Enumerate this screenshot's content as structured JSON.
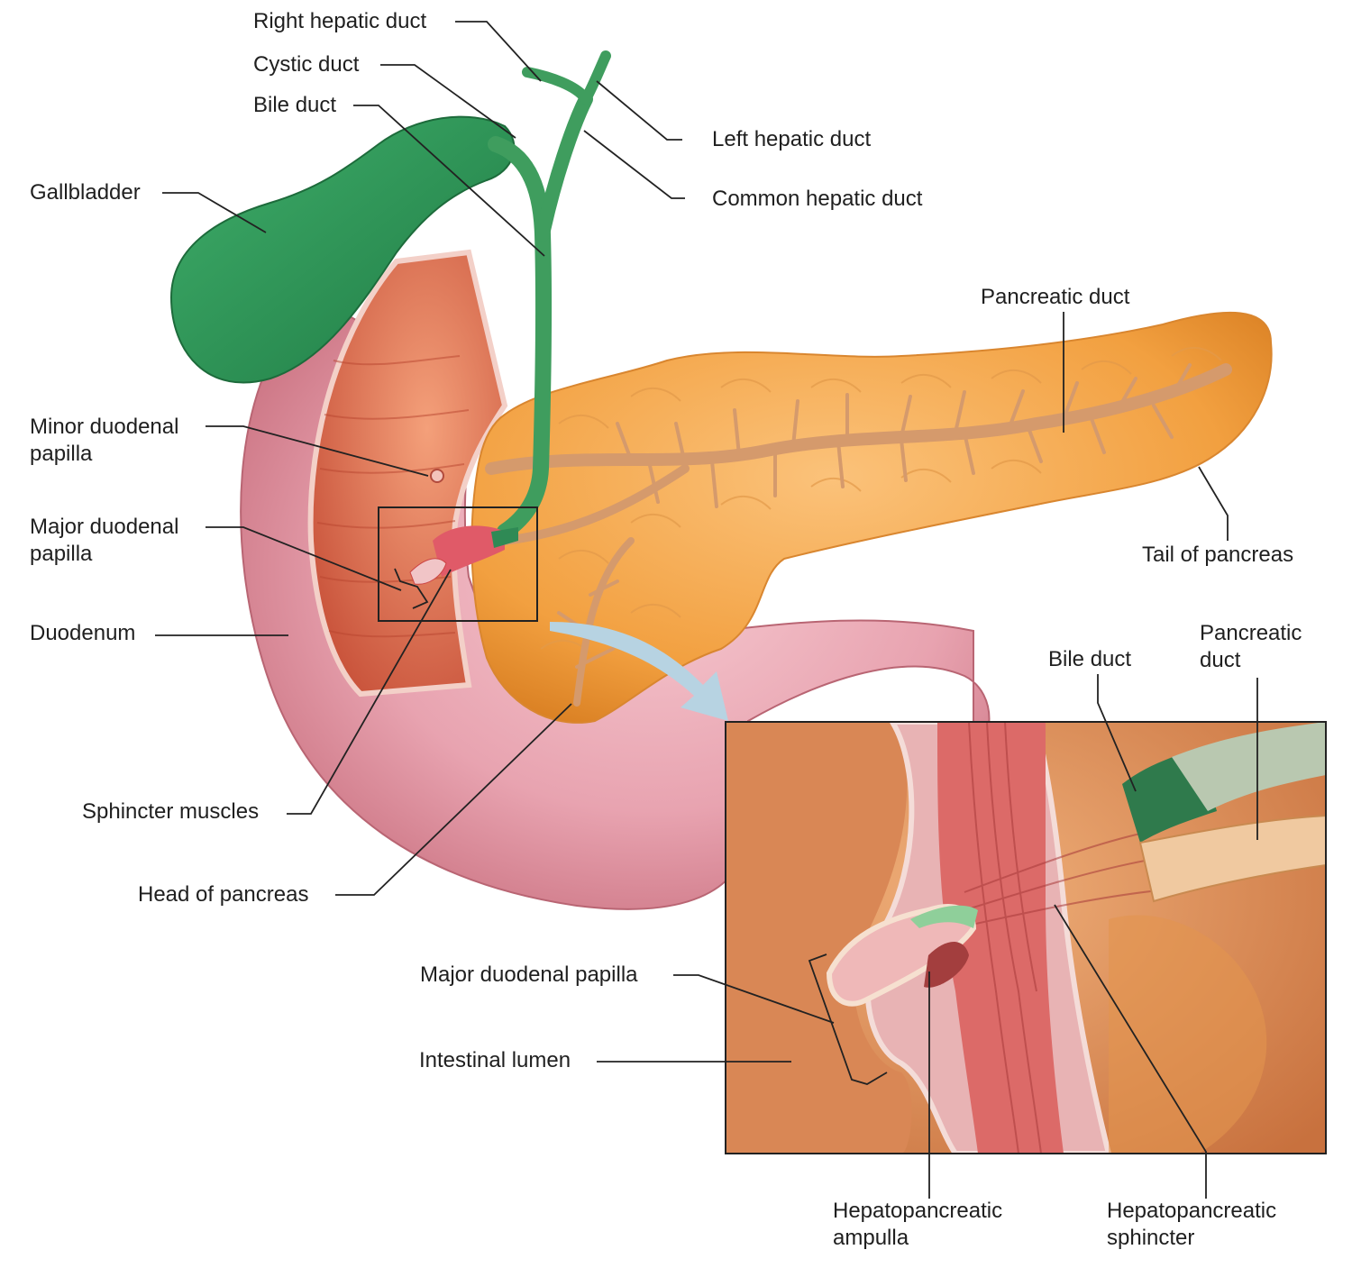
{
  "labels": {
    "right_hepatic_duct": "Right hepatic duct",
    "cystic_duct": "Cystic duct",
    "bile_duct": "Bile duct",
    "gallbladder": "Gallbladder",
    "left_hepatic_duct": "Left hepatic duct",
    "common_hepatic_duct": "Common hepatic duct",
    "pancreatic_duct": "Pancreatic duct",
    "minor_duodenal_papilla": [
      "Minor duodenal",
      "papilla"
    ],
    "major_duodenal_papilla": [
      "Major duodenal",
      "papilla"
    ],
    "tail_of_pancreas": "Tail of pancreas",
    "duodenum": "Duodenum",
    "inset_bile_duct": "Bile duct",
    "inset_pancreatic_duct": [
      "Pancreatic",
      "duct"
    ],
    "sphincter_muscles": "Sphincter muscles",
    "head_of_pancreas": "Head of pancreas",
    "inset_major_duodenal_papilla": "Major duodenal papilla",
    "intestinal_lumen": "Intestinal lumen",
    "hepatopancreatic_ampulla": [
      "Hepatopancreatic",
      "ampulla"
    ],
    "hepatopancreatic_sphincter": [
      "Hepatopancreatic",
      "sphincter"
    ]
  },
  "colors": {
    "gallbladder": "#2f9a5a",
    "bile": "#3f9d5e",
    "pancreas": "#f2a040",
    "pancreatic_duct": "#d8a070",
    "duodenum": "#e7a4b0",
    "duodenum_lumen": "#e0704f",
    "inset_bg": "#e59a5a",
    "muscle": "#d45a5a",
    "arrow": "#b7d3e2",
    "leader": "#222222"
  }
}
